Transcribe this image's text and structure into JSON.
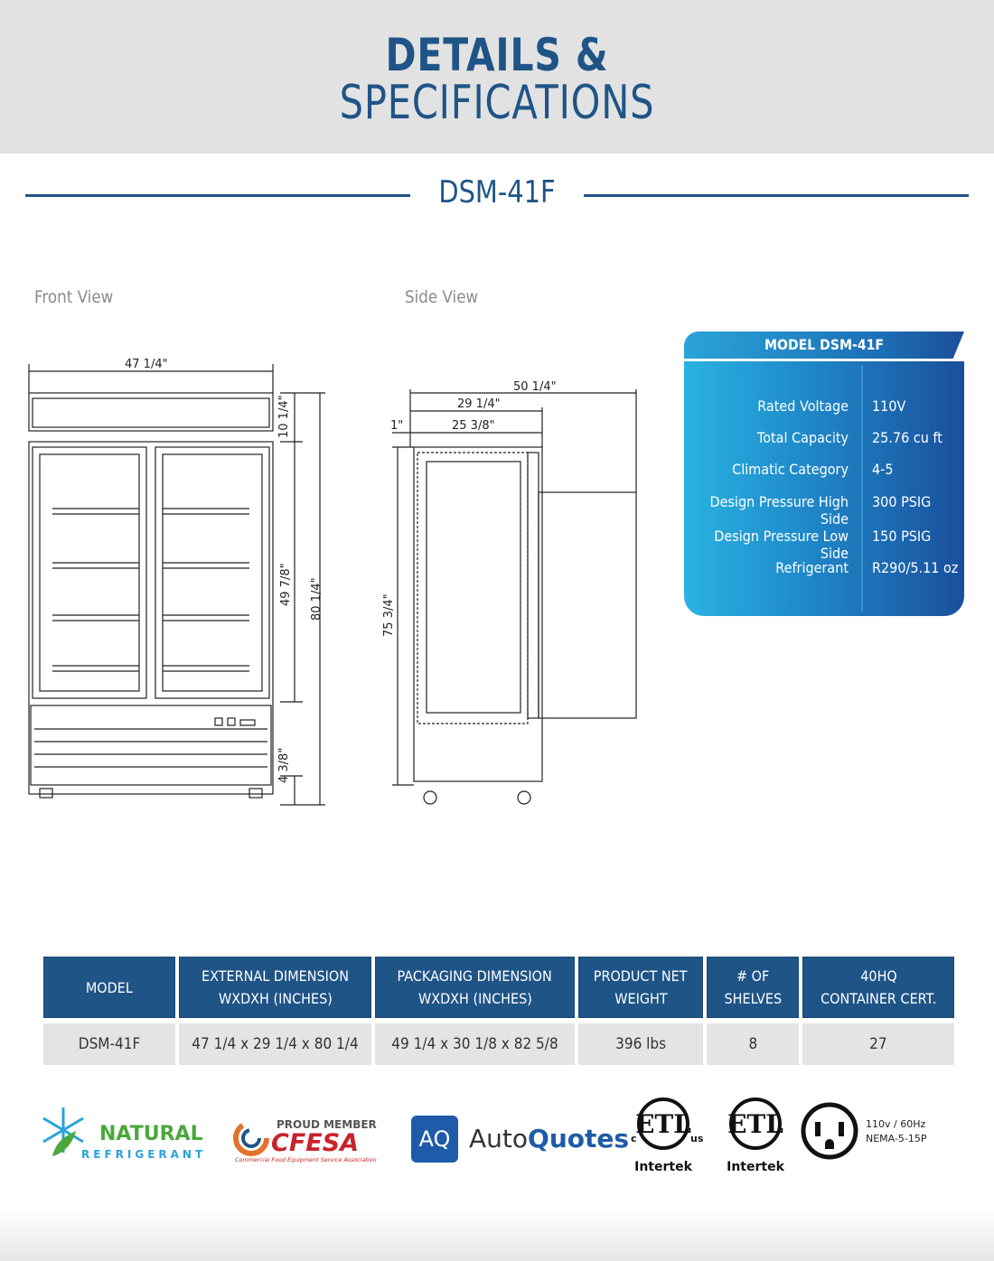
{
  "header": {
    "title_line1": "DETAILS &",
    "title_line2": "SPECIFICATIONS"
  },
  "model_heading": "DSM-41F",
  "views": {
    "front_label": "Front View",
    "side_label": "Side View",
    "front_dims": {
      "width": "47 1/4\"",
      "top_height": "10 1/4\"",
      "door_height": "49 7/8\"",
      "total_height": "80 1/4\"",
      "base_height": "4 3/8\""
    },
    "side_dims": {
      "overall_depth": "50 1/4\"",
      "body_depth": "29 1/4\"",
      "offset": "1\"",
      "interior_depth": "25 3/8\"",
      "height": "75 3/4\""
    }
  },
  "spec_panel": {
    "title": "MODEL DSM-41F",
    "rows": [
      {
        "label": "Rated  Voltage",
        "value": "110V"
      },
      {
        "label": "Total Capacity",
        "value": "25.76 cu ft"
      },
      {
        "label": "Climatic Category",
        "value": "4-5"
      },
      {
        "label": "Design Pressure High Side",
        "value": "300 PSIG"
      },
      {
        "label": "Design Pressure Low Side",
        "value": "150 PSIG"
      },
      {
        "label": "Refrigerant",
        "value": "R290/5.11 oz"
      }
    ],
    "colors": {
      "light": "#29b3e3",
      "dark": "#1a4f9c"
    }
  },
  "table": {
    "headers": [
      [
        "MODEL",
        ""
      ],
      [
        "EXTERNAL DIMENSION",
        "WXDXH (INCHES)"
      ],
      [
        "PACKAGING DIMENSION",
        "WXDXH (INCHES)"
      ],
      [
        "PRODUCT NET",
        "WEIGHT"
      ],
      [
        "# OF",
        "SHELVES"
      ],
      [
        "40HQ",
        "CONTAINER CERT."
      ]
    ],
    "row": [
      "DSM-41F",
      "47 1/4 x 29 1/4 x 80 1/4",
      "49 1/4 x 30 1/8 x 82 5/8",
      "396 lbs",
      "8",
      "27"
    ],
    "header_color": "#1f5487"
  },
  "logos": {
    "natural_1": "NATURAL",
    "natural_2": "REFRIGERANT",
    "cfesa_top": "PROUD MEMBER",
    "cfesa_main": "CFESA",
    "cfesa_sub": "Commercial Food Equipment Service Association",
    "aq_badge": "AQ",
    "autoquotes_1": "Auto",
    "autoquotes_2": "Quotes",
    "etl_c": "c",
    "etl_us": "us",
    "intertek_1": "Intertek",
    "intertek_2": "Intertek",
    "plug_line1": "110v / 60Hz",
    "plug_line2": "NEMA-5-15P"
  },
  "brand_color": "#1f5487"
}
